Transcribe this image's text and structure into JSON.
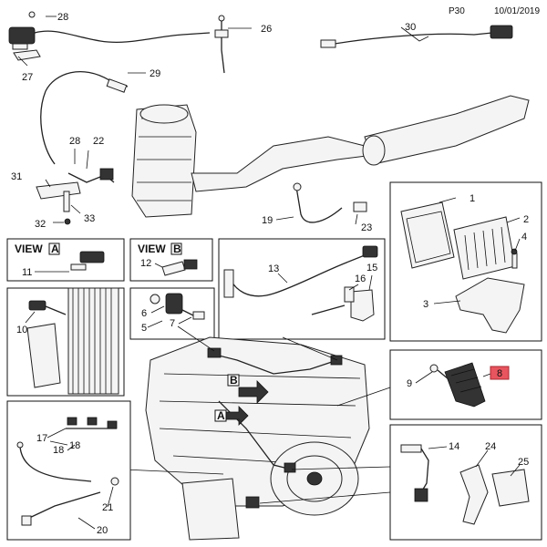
{
  "header": {
    "page": "P30",
    "date": "10/01/2019"
  },
  "views": [
    {
      "prefix": "VIEW",
      "letter": "A"
    },
    {
      "prefix": "VIEW",
      "letter": "B"
    }
  ],
  "engine_callouts": [
    "B",
    "A"
  ],
  "callouts": {
    "c1": "1",
    "c2": "2",
    "c3": "3",
    "c4": "4",
    "c5": "5",
    "c6": "6",
    "c7": "7",
    "c8": "8",
    "c9": "9",
    "c10": "10",
    "c11": "11",
    "c12": "12",
    "c13": "13",
    "c14": "14",
    "c15": "15",
    "c16": "16",
    "c17": "17",
    "c18": "18",
    "c19": "19",
    "c20": "20",
    "c21": "21",
    "c22": "22",
    "c23": "23",
    "c24": "24",
    "c25": "25",
    "c26": "26",
    "c27": "27",
    "c28": "28",
    "c28b": "28",
    "c29": "29",
    "c30": "30",
    "c31": "31",
    "c32": "32",
    "c33": "33"
  },
  "highlight": {
    "callout": "8",
    "color": "#e8555e"
  }
}
